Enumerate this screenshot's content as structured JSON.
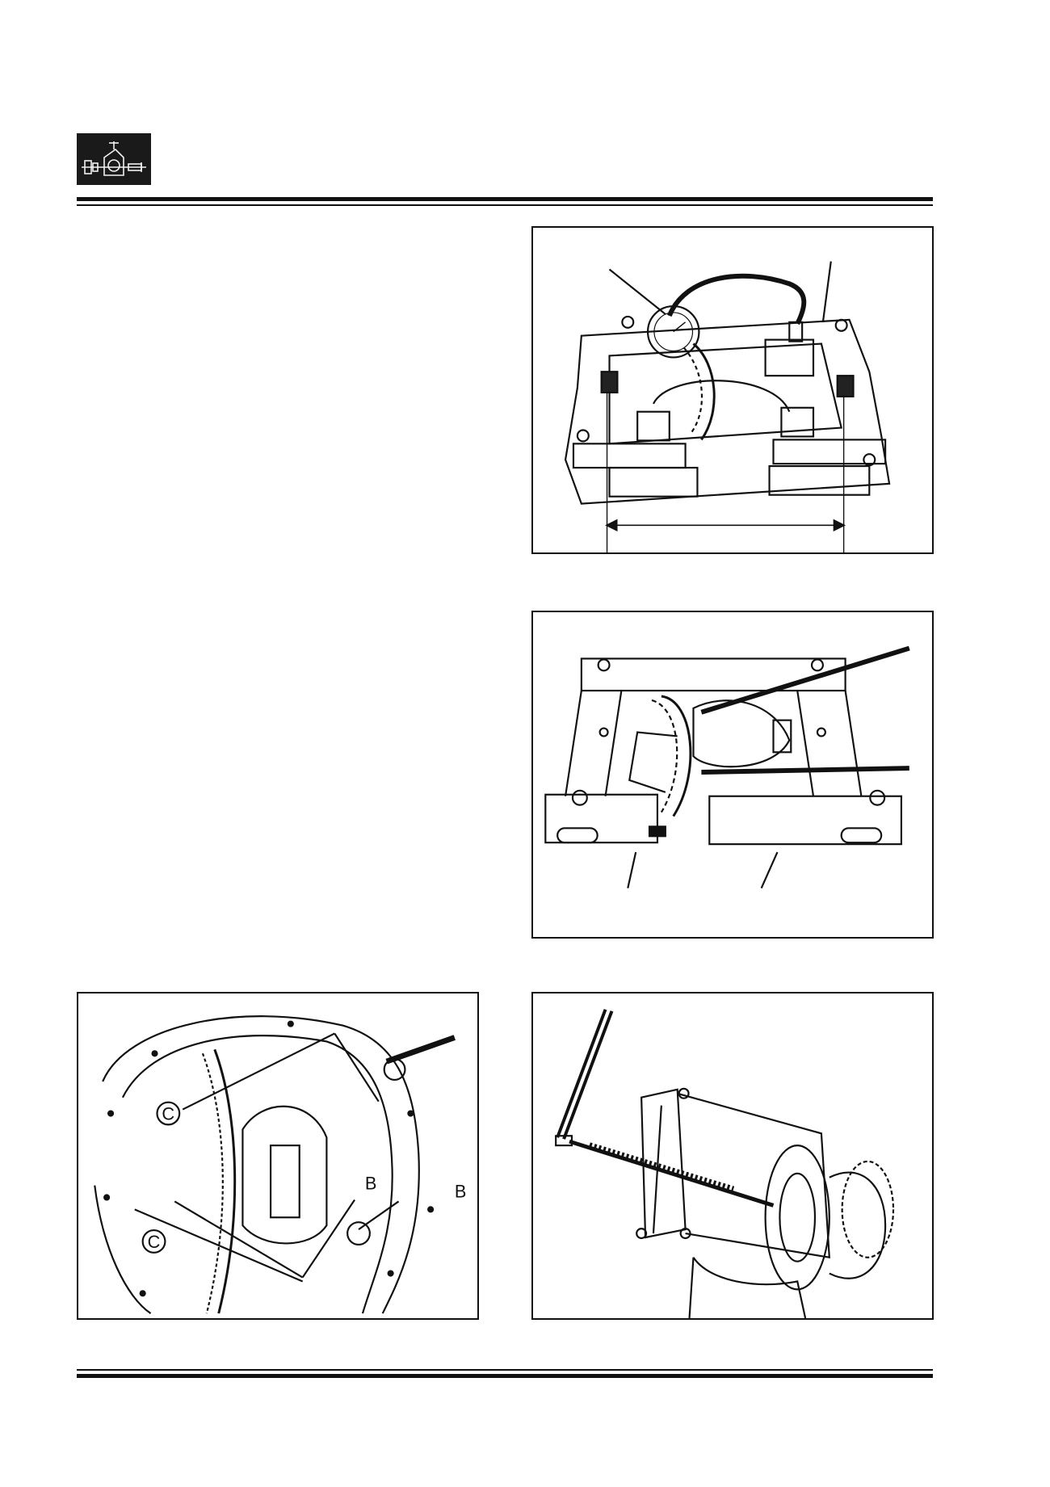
{
  "header": {
    "logo_icon": "axle-assembly-icon"
  },
  "figures": [
    {
      "id": "fig-dial-gauge-spreader",
      "icons": [
        "dial-gauge-icon",
        "spreader-frame-icon"
      ]
    },
    {
      "id": "fig-carrier-removal-levers",
      "icons": [
        "pry-bar-icon",
        "spreader-frame-icon"
      ]
    },
    {
      "id": "fig-bearing-caps",
      "labels": {
        "cap_left_upper": "C",
        "cap_left_lower": "C",
        "cap_right_mid": "B",
        "cap_right_edge": "B"
      }
    },
    {
      "id": "fig-bearing-puller",
      "icons": [
        "bearing-puller-icon",
        "differential-case-icon"
      ]
    }
  ]
}
